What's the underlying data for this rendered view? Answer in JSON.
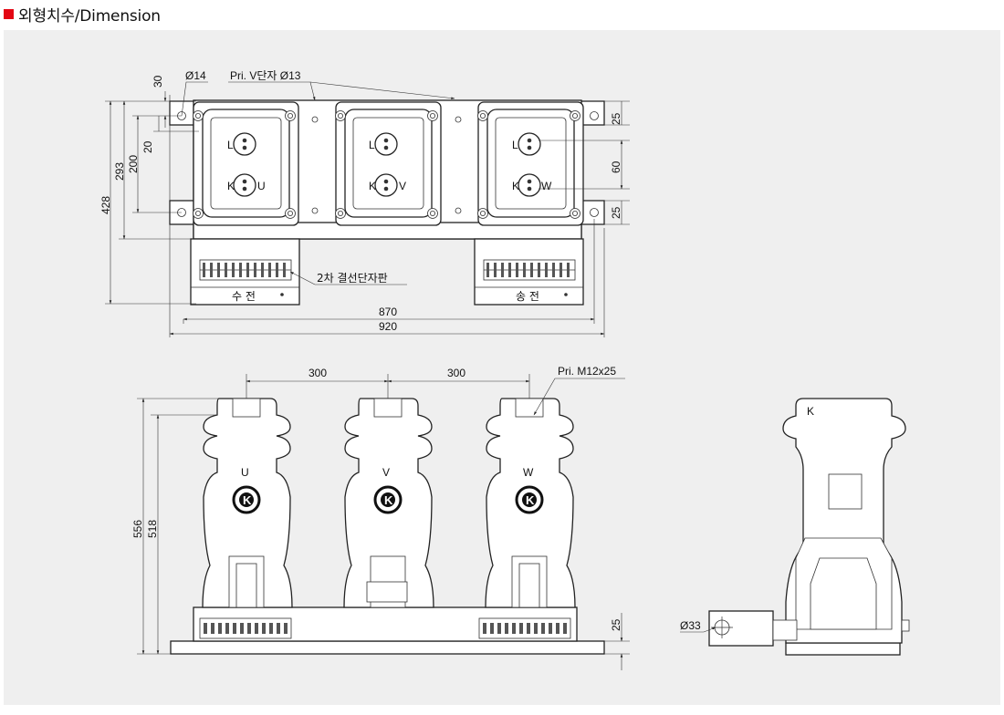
{
  "header": {
    "title": "외형치수/Dimension"
  },
  "top_view": {
    "dim_30": "30",
    "dim_hole": "Ø14",
    "label_pri_v": "Pri. V단자 Ø13",
    "dim_20": "20",
    "dim_200": "200",
    "dim_293": "293",
    "dim_428": "428",
    "dim_25_top": "25",
    "dim_60": "60",
    "dim_25_bot": "25",
    "dim_870": "870",
    "dim_920": "920",
    "label_terminal_board": "2차 결선단자판",
    "label_receive": "수 전",
    "label_send": "송 전",
    "phases": [
      {
        "l": "L",
        "k": "K",
        "p": "U"
      },
      {
        "l": "L",
        "k": "K",
        "p": "V"
      },
      {
        "l": "L",
        "k": "K",
        "p": "W"
      }
    ]
  },
  "front_view": {
    "dim_300_a": "300",
    "dim_300_b": "300",
    "label_pri_m12": "Pri. M12x25",
    "dim_556": "556",
    "dim_518": "518",
    "dim_25": "25",
    "phase_u": "U",
    "phase_v": "V",
    "phase_w": "W"
  },
  "side_view": {
    "label_k": "K",
    "dim_33": "Ø33"
  }
}
